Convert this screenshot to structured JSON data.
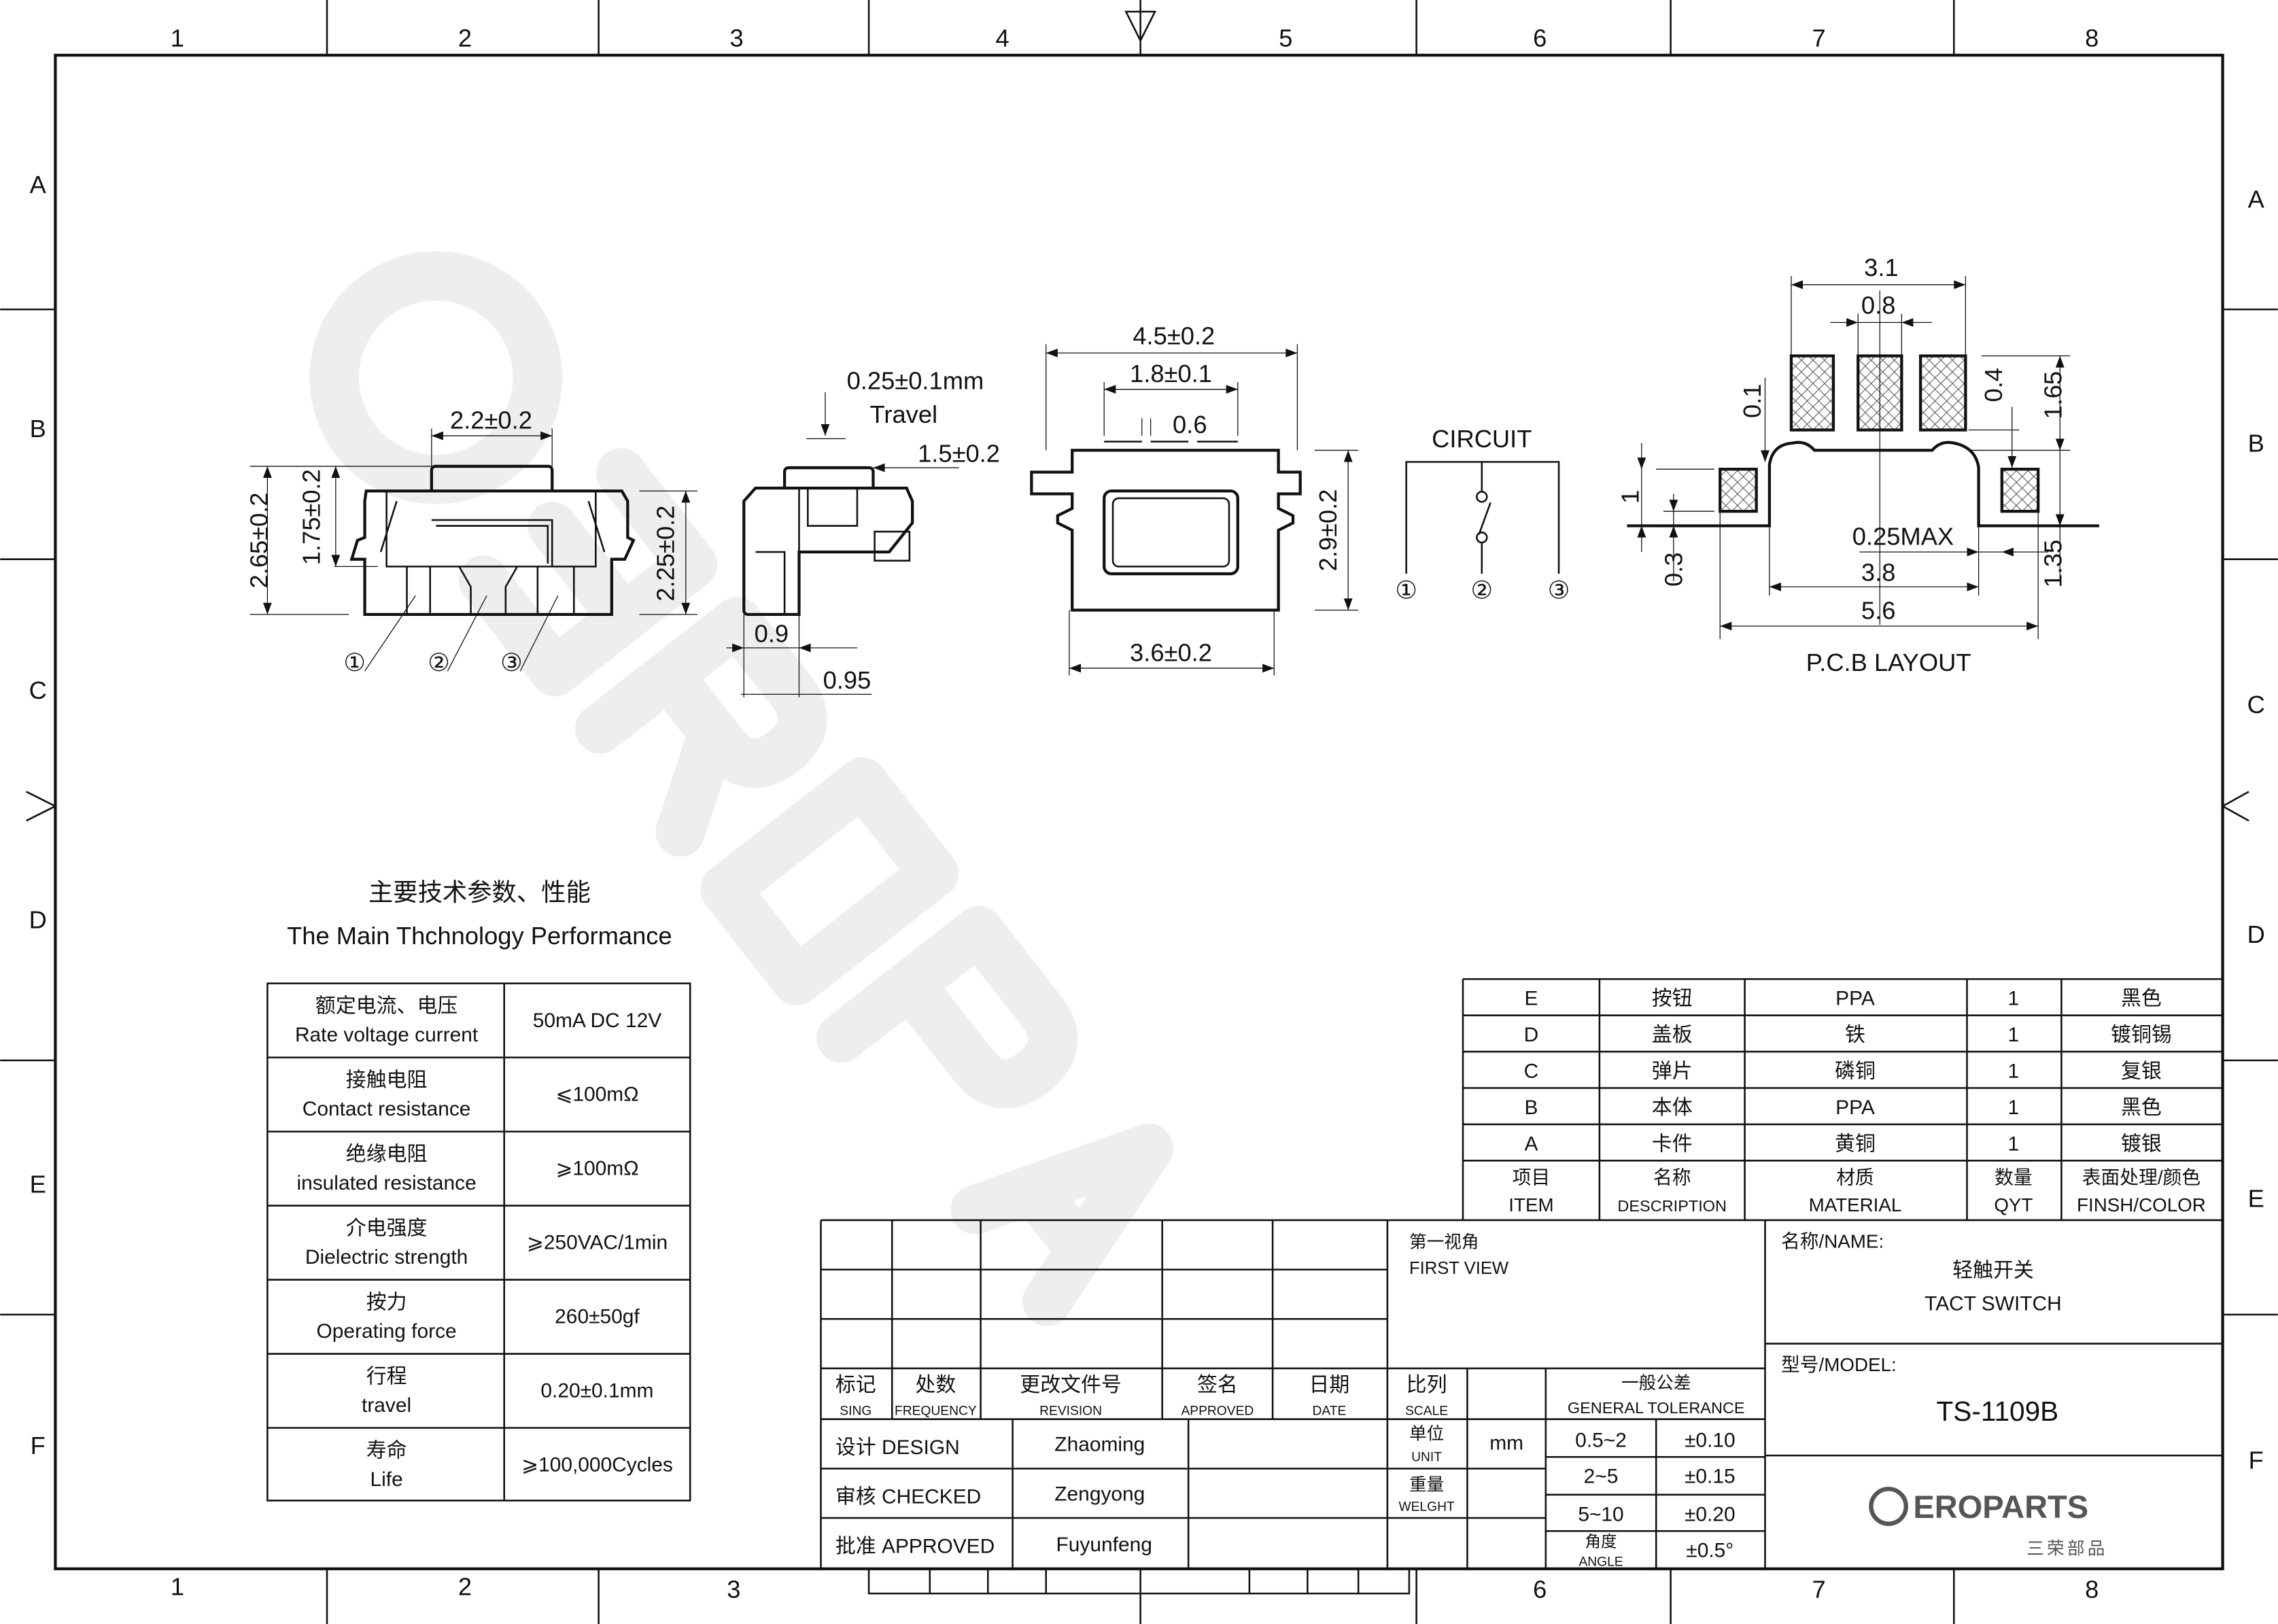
{
  "frame": {
    "cols": [
      "1",
      "2",
      "3",
      "4",
      "5",
      "6",
      "7",
      "8"
    ],
    "rows": [
      "A",
      "B",
      "C",
      "D",
      "E",
      "F"
    ]
  },
  "watermark": "EROPARTS",
  "front_view": {
    "width": "2.2±0.2",
    "height_total": "2.65±0.2",
    "height_body": "1.75±0.2",
    "height_right": "2.25±0.2",
    "pins": [
      "①",
      "②",
      "③"
    ]
  },
  "side_view": {
    "travel_value": "0.25±0.1mm",
    "travel_label": "Travel",
    "button": "1.5±0.2",
    "d1": "0.9",
    "d2": "0.95"
  },
  "top_view": {
    "width": "4.5±0.2",
    "inner": "1.8±0.1",
    "gap": "0.6",
    "height": "2.9±0.2",
    "base": "3.6±0.2"
  },
  "circuit": {
    "title": "CIRCUIT",
    "pins": [
      "①",
      "②",
      "③"
    ]
  },
  "pcb": {
    "d31": "3.1",
    "d08": "0.8",
    "d01": "0.1",
    "d04": "0.4",
    "d165": "1.65",
    "d1": "1",
    "d03": "0.3",
    "max": "0.25MAX",
    "d38": "3.8",
    "d56": "5.6",
    "d135": "1.35",
    "title": "P.C.B LAYOUT"
  },
  "specs": {
    "title_cn": "主要技术参数、性能",
    "title_en": "The Main Thchnology Performance",
    "rows": [
      {
        "cn": "额定电流、电压",
        "en": "Rate voltage current",
        "value": "50mA DC 12V"
      },
      {
        "cn": "接触电阻",
        "en": "Contact resistance",
        "value": "⩽100mΩ"
      },
      {
        "cn": "绝缘电阻",
        "en": "insulated resistance",
        "value": "⩾100mΩ"
      },
      {
        "cn": "介电强度",
        "en": "Dielectric strength",
        "value": "⩾250VAC/1min"
      },
      {
        "cn": "按力",
        "en": "Operating force",
        "value": "260±50gf"
      },
      {
        "cn": "行程",
        "en": "travel",
        "value": "0.20±0.1mm"
      },
      {
        "cn": "寿命",
        "en": "Life",
        "value": "⩾100,000Cycles"
      }
    ]
  },
  "materials": {
    "rows": [
      {
        "item": "E",
        "desc": "按钮",
        "material": "PPA",
        "qty": "1",
        "finish": "黑色"
      },
      {
        "item": "D",
        "desc": "盖板",
        "material": "铁",
        "qty": "1",
        "finish": "镀铜锡"
      },
      {
        "item": "C",
        "desc": "弹片",
        "material": "磷铜",
        "qty": "1",
        "finish": "复银"
      },
      {
        "item": "B",
        "desc": "本体",
        "material": "PPA",
        "qty": "1",
        "finish": "黑色"
      },
      {
        "item": "A",
        "desc": "卡件",
        "material": "黄铜",
        "qty": "1",
        "finish": "镀银"
      }
    ],
    "header": {
      "item_cn": "项目",
      "item_en": "ITEM",
      "desc_cn": "名称",
      "desc_en": "DESCRIPTION",
      "mat_cn": "材质",
      "mat_en": "MATERIAL",
      "qty_cn": "数量",
      "qty_en": "QYT",
      "fin_cn": "表面处理/颜色",
      "fin_en": "FINSH/COLOR"
    }
  },
  "titleblock": {
    "hdr": [
      {
        "cn": "标记",
        "en": "SING"
      },
      {
        "cn": "处数",
        "en": "FREQUENCY"
      },
      {
        "cn": "更改文件号",
        "en": "REVISION"
      },
      {
        "cn": "签名",
        "en": "APPROVED"
      },
      {
        "cn": "日期",
        "en": "DATE"
      }
    ],
    "view_cn": "第一视角",
    "view_en": "FIRST VIEW",
    "scale_cn": "比列",
    "scale_en": "SCALE",
    "tol_cn": "一般公差",
    "tol_en": "GENERAL TOLERANCE",
    "design": "设计 DESIGN",
    "designer": "Zhaoming",
    "checked": "审核 CHECKED",
    "checker": "Zengyong",
    "approved": "批准 APPROVED",
    "approver": "Fuyunfeng",
    "unit_cn": "单位",
    "unit_en": "UNIT",
    "unit": "mm",
    "weight_cn": "重量",
    "weight_en": "WELGHT",
    "tol": [
      {
        "range": "0.5~2",
        "val": "±0.10"
      },
      {
        "range": "2~5",
        "val": "±0.15"
      },
      {
        "range": "5~10",
        "val": "±0.20"
      }
    ],
    "angle_cn": "角度",
    "angle_en": "ANGLE",
    "angle_val": "±0.5°",
    "name_label": "名称/NAME:",
    "name_cn": "轻触开关",
    "name_en": "TACT  SWITCH",
    "model_label": "型号/MODEL:",
    "model": "TS-1109B",
    "logo": "EROPARTS",
    "logo_cn": "三荣部品"
  }
}
